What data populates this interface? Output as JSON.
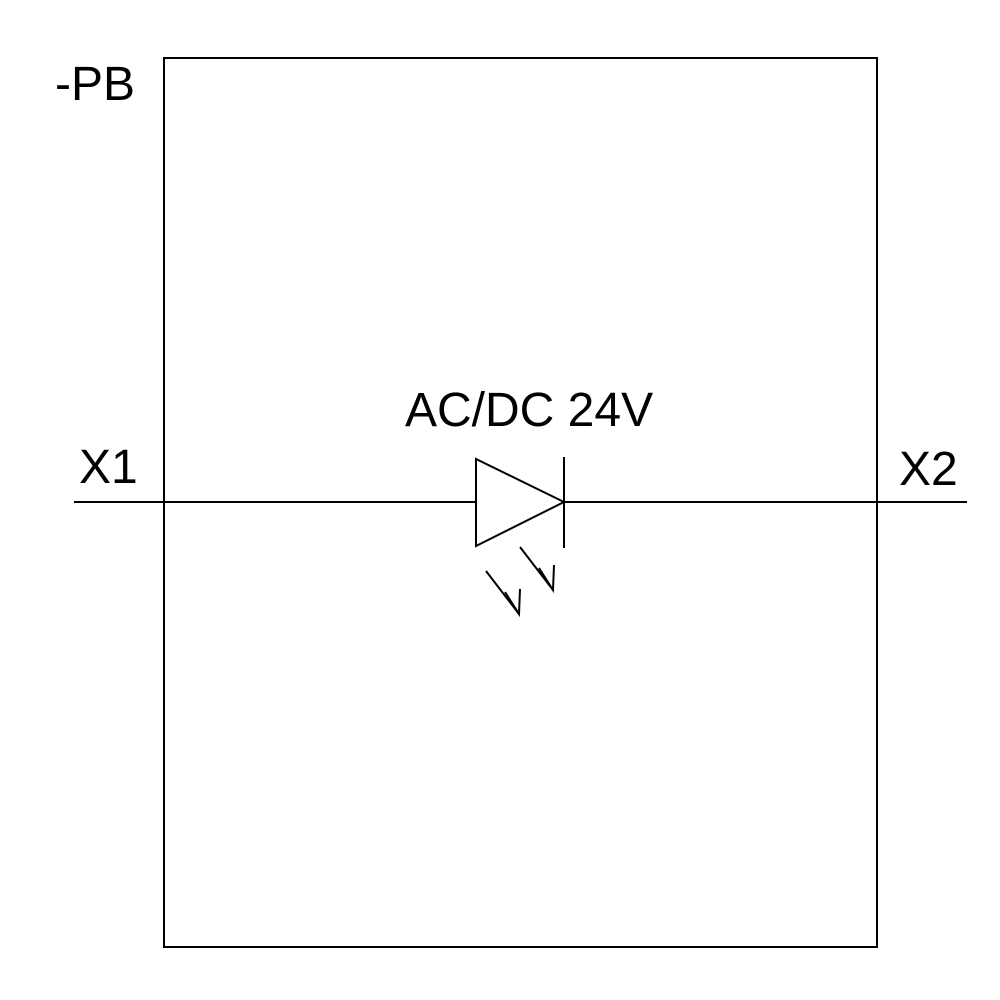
{
  "device_tag": "-PB",
  "rating_label": "AC/DC 24V",
  "terminals": {
    "left": "X1",
    "right": "X2"
  },
  "symbol": "led-diode-icon",
  "colors": {
    "line": "#000000",
    "background": "#ffffff"
  }
}
